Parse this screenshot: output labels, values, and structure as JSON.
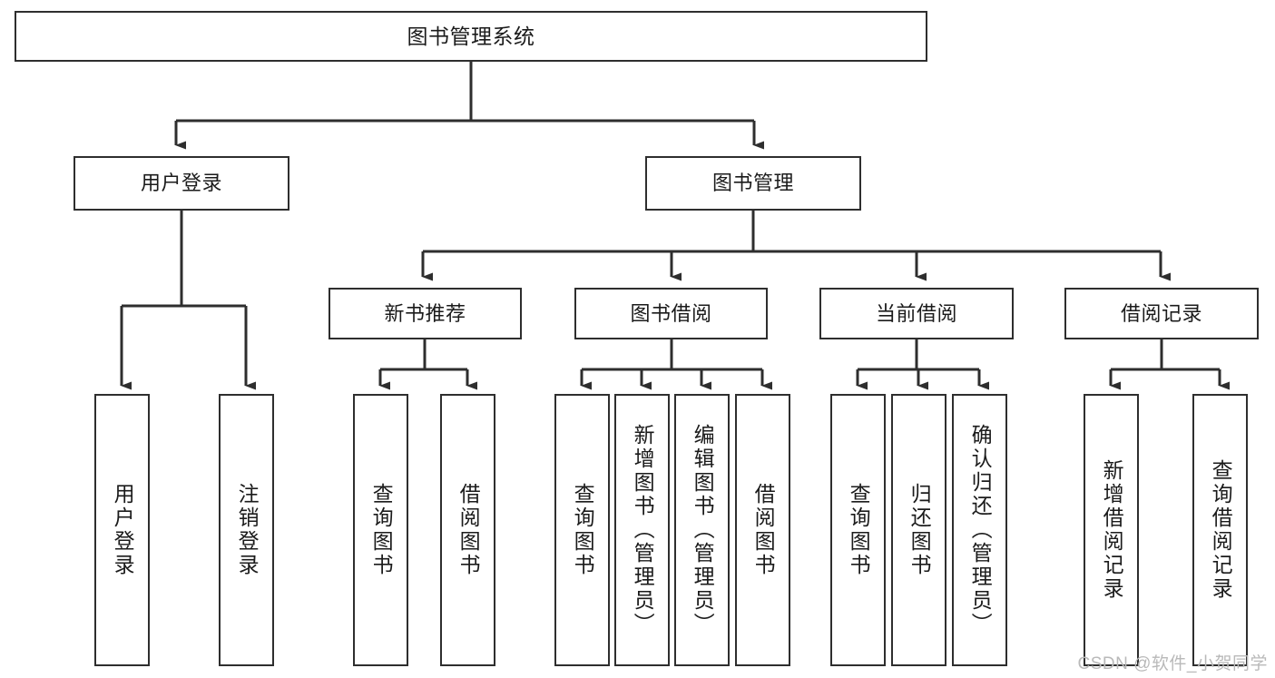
{
  "diagram": {
    "type": "hierarchy-tree",
    "title": "图书管理系统",
    "watermark": "CSDN @软件_小贺同学",
    "colors": {
      "box_border": "#2e2e2e",
      "box_fill": "#ffffff",
      "connector": "#2e2e2e",
      "text": "#1b1b1b",
      "watermark": "#b9b9b9",
      "background": "#ffffff"
    },
    "root": {
      "label": "图书管理系统"
    },
    "level2": [
      {
        "label": "用户登录"
      },
      {
        "label": "图书管理"
      }
    ],
    "categories": [
      {
        "label": "新书推荐"
      },
      {
        "label": "图书借阅"
      },
      {
        "label": "当前借阅"
      },
      {
        "label": "借阅记录"
      }
    ],
    "leaves": {
      "user_login": [
        {
          "label": "用户登录"
        },
        {
          "label": "注销登录"
        }
      ],
      "new_book_recommend": [
        {
          "label": "查询图书"
        },
        {
          "label": "借阅图书"
        }
      ],
      "book_borrow": [
        {
          "label": "查询图书"
        },
        {
          "label": "新增图书（管理员）"
        },
        {
          "label": "编辑图书（管理员）"
        },
        {
          "label": "借阅图书"
        }
      ],
      "current_borrow": [
        {
          "label": "查询图书"
        },
        {
          "label": "归还图书"
        },
        {
          "label": "确认归还（管理员）"
        }
      ],
      "borrow_record": [
        {
          "label": "新增借阅记录"
        },
        {
          "label": "查询借阅记录"
        }
      ]
    }
  }
}
